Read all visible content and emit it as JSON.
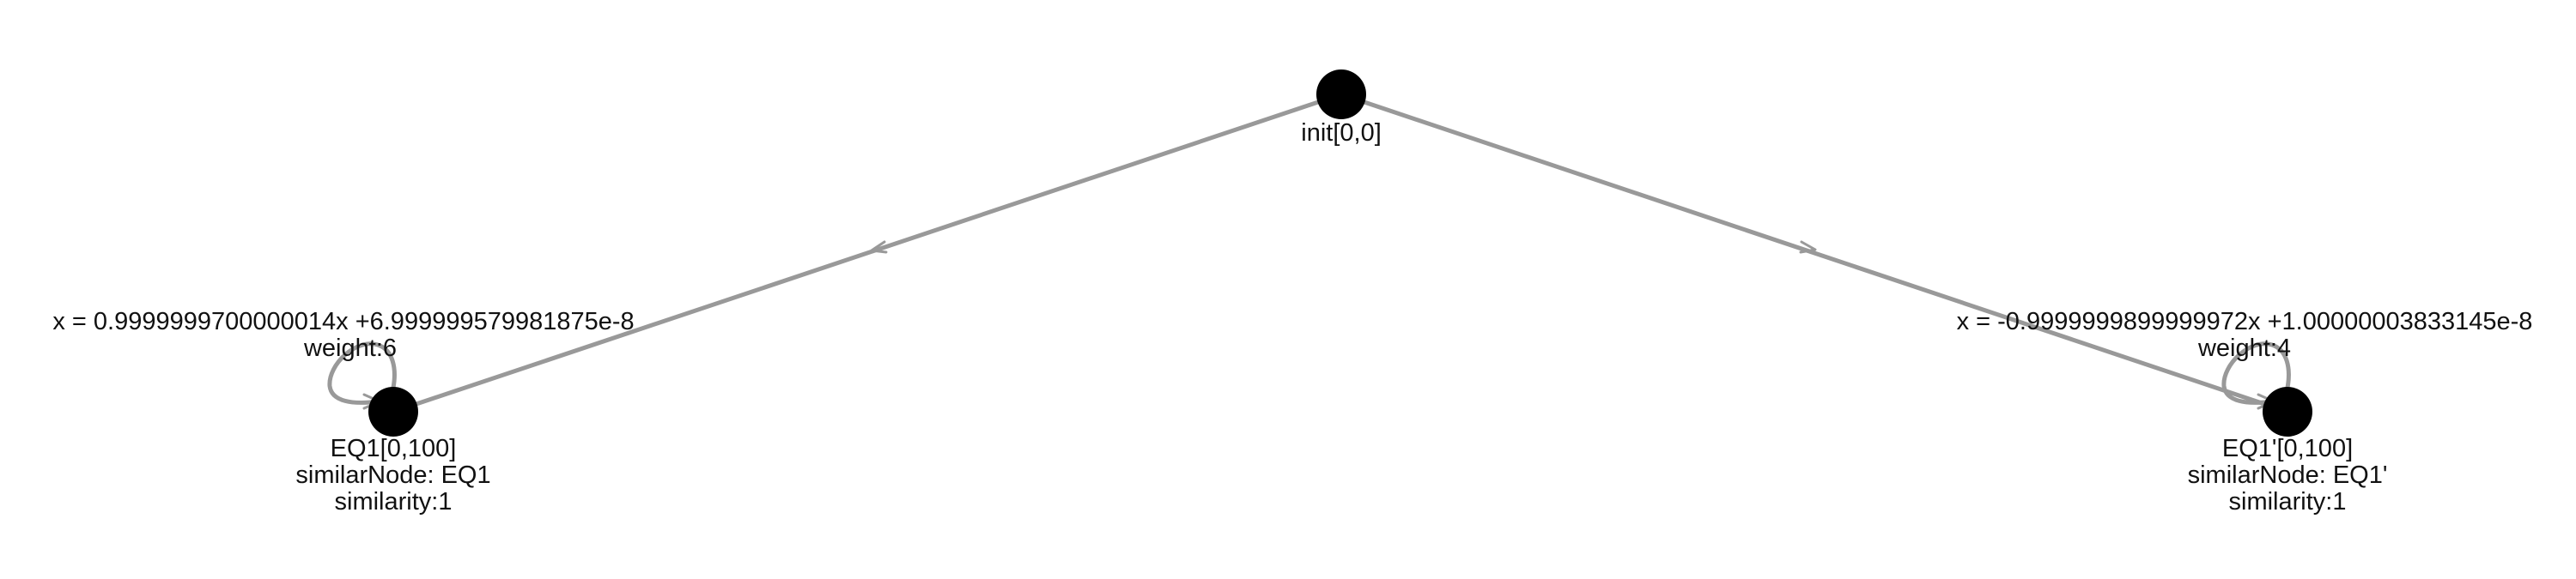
{
  "graph": {
    "nodes": {
      "init": {
        "label": "init[0,0]"
      },
      "eq1": {
        "label": "EQ1[0,100]",
        "similar_node": "similarNode: EQ1",
        "similarity": "similarity:1"
      },
      "eq1p": {
        "label": "EQ1'[0,100]",
        "similar_node": "similarNode: EQ1'",
        "similarity": "similarity:1"
      }
    },
    "loops": {
      "eq1": {
        "equation": "x = 0.9999999700000014x +6.999999579981875e-8",
        "weight": "weight:6"
      },
      "eq1p": {
        "equation": "x = -0.9999999899999972x +1.00000003833145e-8",
        "weight": "weight:4"
      }
    },
    "colors": {
      "edge": "#999999",
      "node": "#000000",
      "text": "#111111"
    }
  }
}
